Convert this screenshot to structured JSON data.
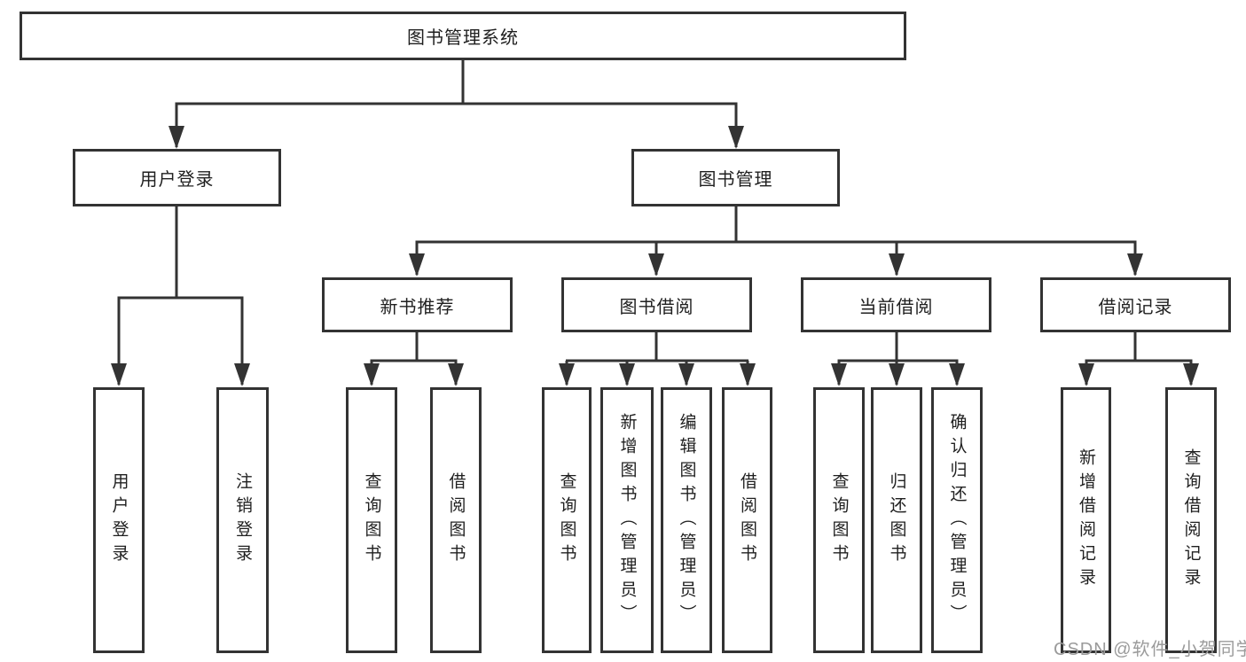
{
  "diagram": {
    "root": "图书管理系统",
    "level2": {
      "user_login": "用户登录",
      "book_management": "图书管理"
    },
    "level3": {
      "new_book_recommend": "新书推荐",
      "book_borrow": "图书借阅",
      "current_borrow": "当前借阅",
      "borrow_records": "借阅记录"
    },
    "leaves": {
      "user_login": [
        "用户登录",
        "注销登录"
      ],
      "new_book_recommend": [
        "查询图书",
        "借阅图书"
      ],
      "book_borrow": [
        "查询图书",
        "新增图书（管理员）",
        "编辑图书（管理员）",
        "借阅图书"
      ],
      "current_borrow": [
        "查询图书",
        "归还图书",
        "确认归还（管理员）"
      ],
      "borrow_records": [
        "新增借阅记录",
        "查询借阅记录"
      ]
    }
  },
  "watermark": "CSDN @软件_小贺同学",
  "colors": {
    "line": "#333333",
    "border": "#333333",
    "text": "#1f1f1f",
    "watermark": "#9b9b9b",
    "background": "#ffffff"
  }
}
